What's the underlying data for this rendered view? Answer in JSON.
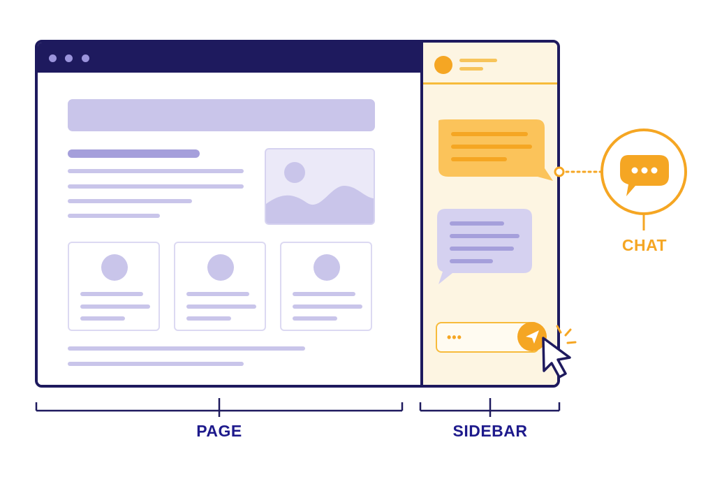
{
  "labels": {
    "page": "PAGE",
    "sidebar": "SIDEBAR",
    "chat": "CHAT"
  },
  "sidebar": {
    "input_dots": "•••"
  },
  "icons": {
    "window_controls": "window-control-dots",
    "image": "image-placeholder-icon",
    "chat": "chat-bubble-icon",
    "send": "send-icon",
    "cursor": "mouse-pointer-icon"
  },
  "colors": {
    "navy": "#1e1a5e",
    "label_blue": "#1e1a8c",
    "lavender": "#c9c5ea",
    "lavender_dark": "#a59fdb",
    "amber": "#f5a623",
    "amber_light": "#fbc35a",
    "sidebar_bg": "#fdf5e2"
  }
}
